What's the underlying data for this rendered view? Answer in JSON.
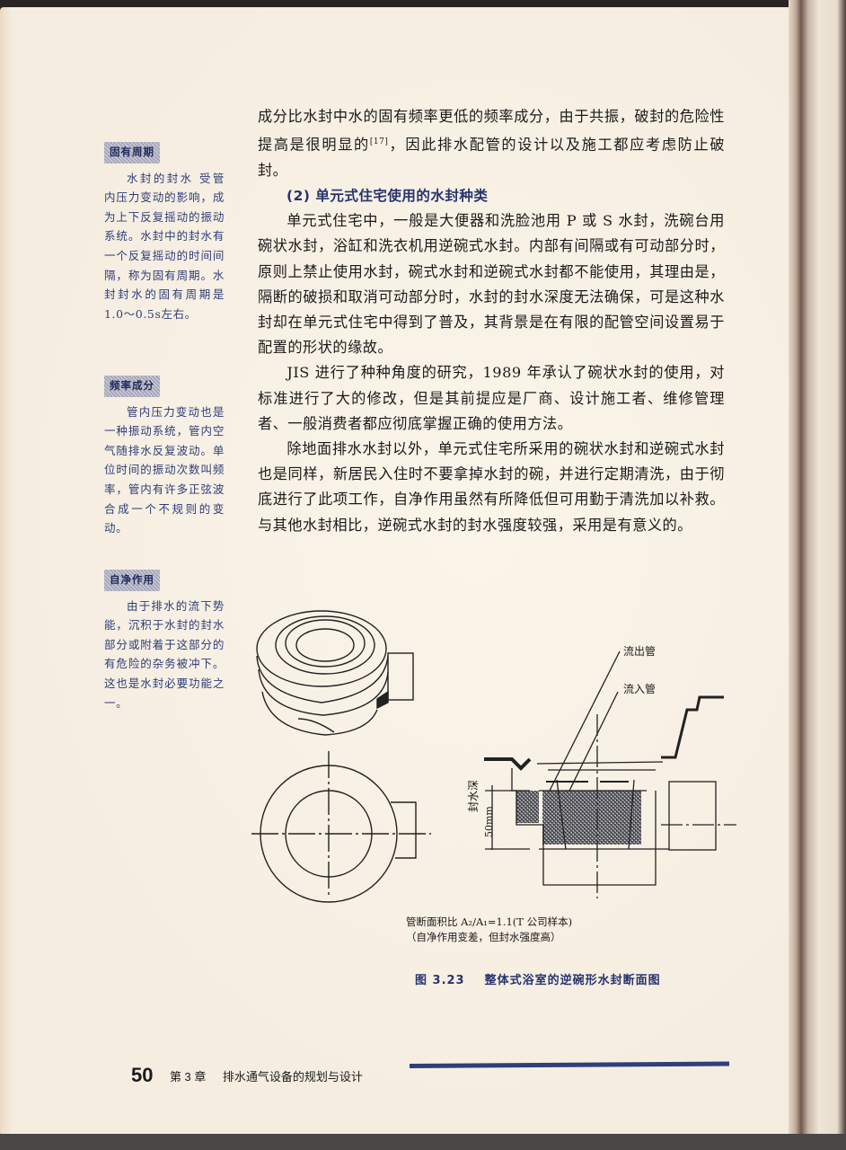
{
  "sidebar": {
    "notes": [
      {
        "tag": "固有周期",
        "text": "水封的封水 受管内压力变动的影响，成为上下反复摇动的振动系统。水封中的封水有一个反复摇动的时间间隔，称为固有周期。水封封水的固有周期是1.0～0.5s左右。"
      },
      {
        "tag": "频率成分",
        "text": "管内压力变动也是一种振动系统，管内空气随排水反复波动。单位时间的振动次数叫频率，管内有许多正弦波合成一个不规则的变动。"
      },
      {
        "tag": "自净作用",
        "text": "由于排水的流下势能，沉积于水封的封水部分或附着于这部分的有危险的杂务被冲下。这也是水封必要功能之一。"
      }
    ]
  },
  "main": {
    "para0_a": "成分比水封中水的固有频率更低的频率成分，由于共振，破封的危险性提高是很明显的",
    "para0_ref": "[17]",
    "para0_b": "，因此排水配管的设计以及施工都应考虑防止破封。",
    "section_heading": "(2) 单元式住宅使用的水封种类",
    "para1": "单元式住宅中，一般是大便器和洗脸池用 P 或 S 水封，洗碗台用碗状水封，浴缸和洗衣机用逆碗式水封。内部有间隔或有可动部分时，原则上禁止使用水封，碗式水封和逆碗式水封都不能使用，其理由是，隔断的破损和取消可动部分时，水封的封水深度无法确保，可是这种水封却在单元式住宅中得到了普及，其背景是在有限的配管空间设置易于配置的形状的缘故。",
    "para2": "JIS 进行了种种角度的研究，1989 年承认了碗状水封的使用，对标准进行了大的修改，但是其前提应是厂商、设计施工者、维修管理者、一般消费者都应彻底掌握正确的使用方法。",
    "para3": "除地面排水水封以外，单元式住宅所采用的碗状水封和逆碗式水封也是同样，新居民入住时不要拿掉水封的碗，并进行定期清洗，由于彻底进行了此项工作，自净作用虽然有所降低但可用勤于清洗加以补救。与其他水封相比，逆碗式水封的封水强度较强，采用是有意义的。"
  },
  "figure": {
    "label_outlet": "流出管",
    "label_inlet": "流入管",
    "label_depth": "封水深",
    "label_depth_value": "50mm",
    "note_line1": "管断面积比 A₂/A₁=1.1(T 公司样本)",
    "note_line2": "（自净作用变差，但封水强度高）",
    "number": "图 3.23",
    "title": "整体式浴室的逆碗形水封断面图"
  },
  "footer": {
    "page_number": "50",
    "chapter": "第 3 章",
    "chapter_title": "排水通气设备的规划与设计",
    "rule_color": "#2e3f7c"
  },
  "colors": {
    "paper": "#f5ede0",
    "accent_blue": "#27346e",
    "sidebar_text": "#2e3d7a"
  }
}
